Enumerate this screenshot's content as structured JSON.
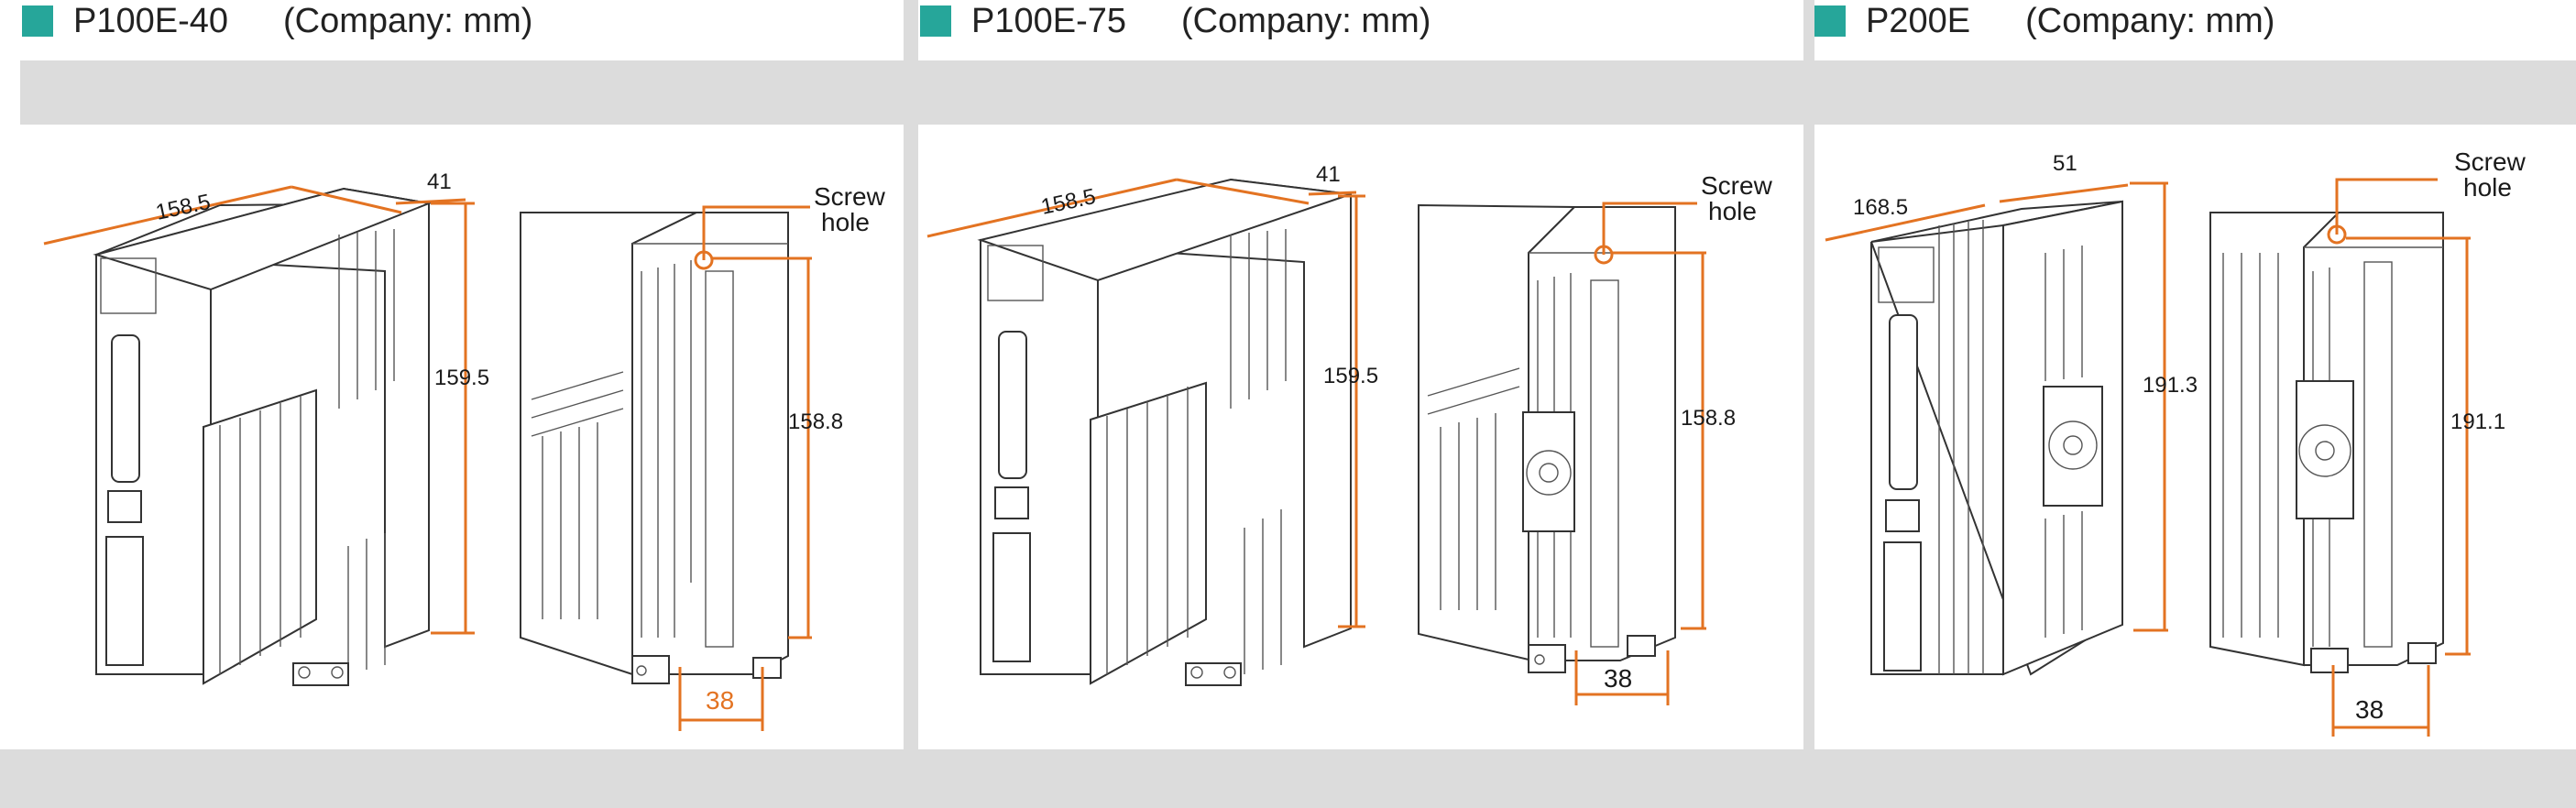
{
  "colors": {
    "accent": "#26a69a",
    "dimension": "#e37322",
    "band": "#dcdcdc"
  },
  "panels": [
    {
      "model": "P100E-40",
      "unit": "(Company:  mm)",
      "dims": {
        "depth": "158.5",
        "width": "41",
        "height_front": "159.5",
        "height_back": "158.8",
        "hole_spacing": "38"
      },
      "screw_label_1": "Screw",
      "screw_label_2": "hole"
    },
    {
      "model": "P100E-75",
      "unit": "(Company:  mm)",
      "dims": {
        "depth": "158.5",
        "width": "41",
        "height_front": "159.5",
        "height_back": "158.8",
        "hole_spacing": "38"
      },
      "screw_label_1": "Screw",
      "screw_label_2": "hole"
    },
    {
      "model": "P200E",
      "unit": "(Company:  mm)",
      "dims": {
        "depth": "168.5",
        "width": "51",
        "height_front": "191.3",
        "height_back": "191.1",
        "hole_spacing": "38"
      },
      "screw_label_1": "Screw",
      "screw_label_2": "hole"
    }
  ]
}
